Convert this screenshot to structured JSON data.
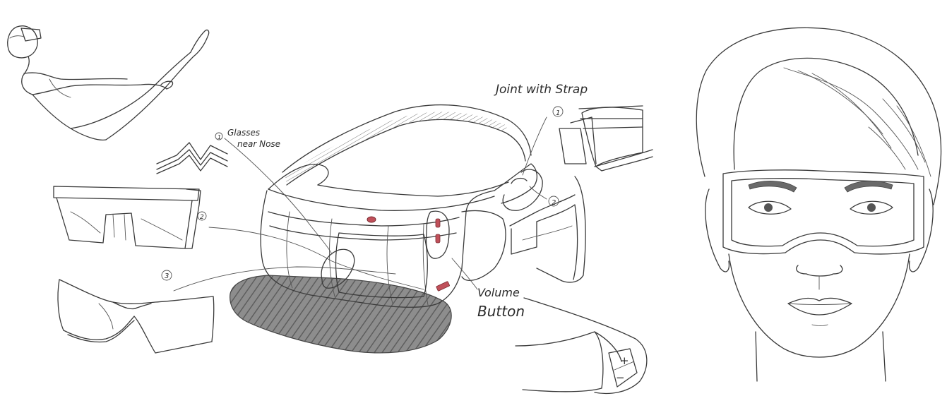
{
  "annotations": {
    "joint_label": "Joint with Strap",
    "glasses_line1": "Glasses",
    "glasses_line2": "near Nose",
    "volume_line1": "Volume",
    "volume_line2": "Button",
    "plus": "+",
    "minus": "−"
  },
  "markers": {
    "m1_glasses": "1",
    "m2_glasses": "2",
    "m3_glasses": "3",
    "m1_joint": "1",
    "m2_joint": "2"
  },
  "colors": {
    "ink": "#3a3a3a",
    "shadow": "#7a7a7a",
    "button_red": "#c0505a"
  }
}
